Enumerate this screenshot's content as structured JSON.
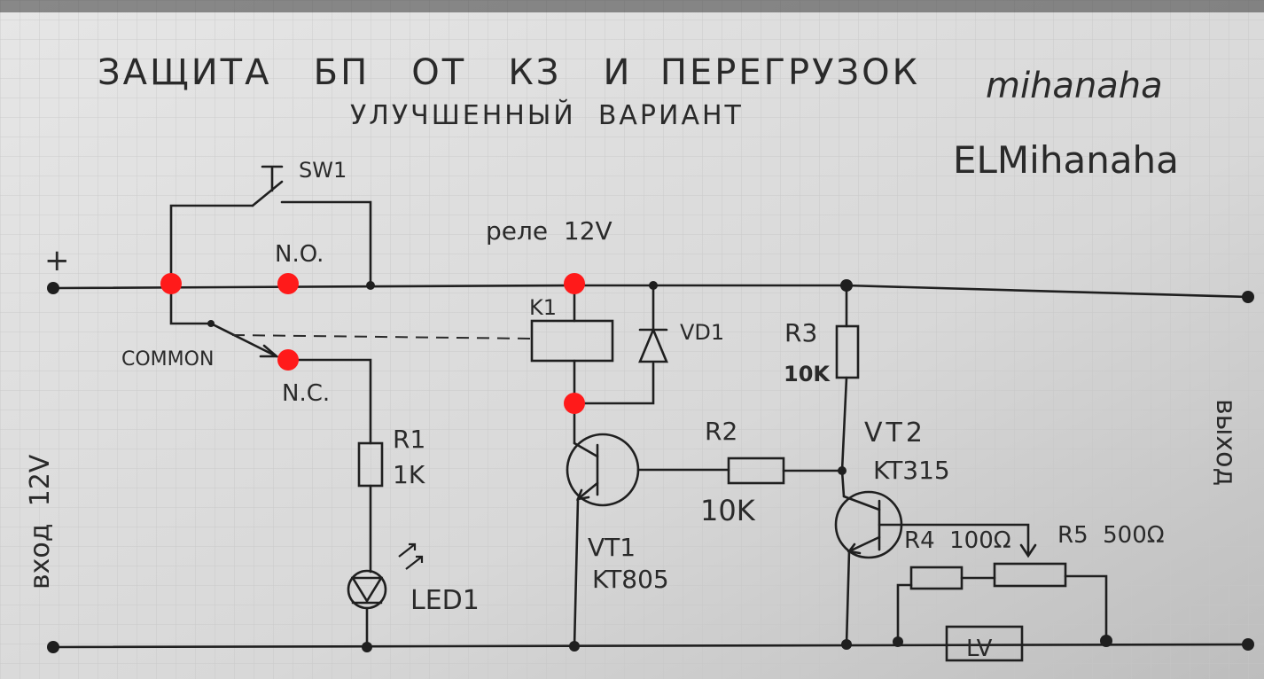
{
  "title": "ЗАЩИТА   БП   ОТ   КЗ   И  ПЕРЕГРУЗОК",
  "subtitle": "УЛУЧШЕННЫЙ  ВАРИАНТ",
  "author1": "mihanaha",
  "author2": "ELMihanaha",
  "relay_label": "реле  12V",
  "plus_label": "+",
  "input_label": "вход  12V",
  "output_label": "выход",
  "labels": {
    "sw1": "SW1",
    "no": "N.O.",
    "nc": "N.C.",
    "common": "COMMON",
    "k1": "K1",
    "vd1": "VD1",
    "r1": "R1",
    "r1_val": "1K",
    "led1": "LED1",
    "r2": "R2",
    "r2_val": "10K",
    "r3": "R3",
    "r3_val": "10K",
    "vt1": "VT1",
    "vt1_type": "KT805",
    "vt2": "VT2",
    "vt2_type": "KT315",
    "r4": "R4  100Ω",
    "r5": "R5  500Ω",
    "lv": "LV"
  },
  "colors": {
    "paper": "#dcdcdc",
    "ink": "#1f1f1f",
    "grid": "#c4c4c4",
    "marker": "#ff1a1a"
  }
}
